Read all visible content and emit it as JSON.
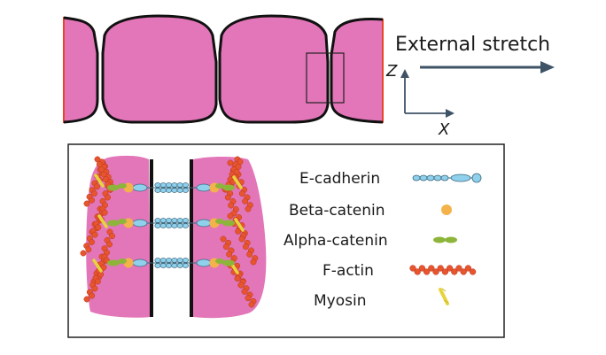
{
  "stretch_label": "External stretch",
  "axes": {
    "z": "Z",
    "x": "X"
  },
  "legend": [
    {
      "name": "e-cadherin",
      "label": "E-cadherin"
    },
    {
      "name": "beta-catenin",
      "label": "Beta-catenin"
    },
    {
      "name": "alpha-catenin",
      "label": "Alpha-catenin"
    },
    {
      "name": "f-actin",
      "label": "F-actin"
    },
    {
      "name": "myosin",
      "label": "Myosin"
    }
  ],
  "colors": {
    "cell_fill": "#e276b8",
    "cell_edge": "#e8452a",
    "outline": "#111111",
    "arrow": "#3e5366",
    "e_cadherin": "#8fd0ec",
    "beta_catenin": "#f4b24b",
    "alpha_catenin": "#8db53a",
    "f_actin": "#e7552f",
    "myosin": "#e7d43d"
  }
}
